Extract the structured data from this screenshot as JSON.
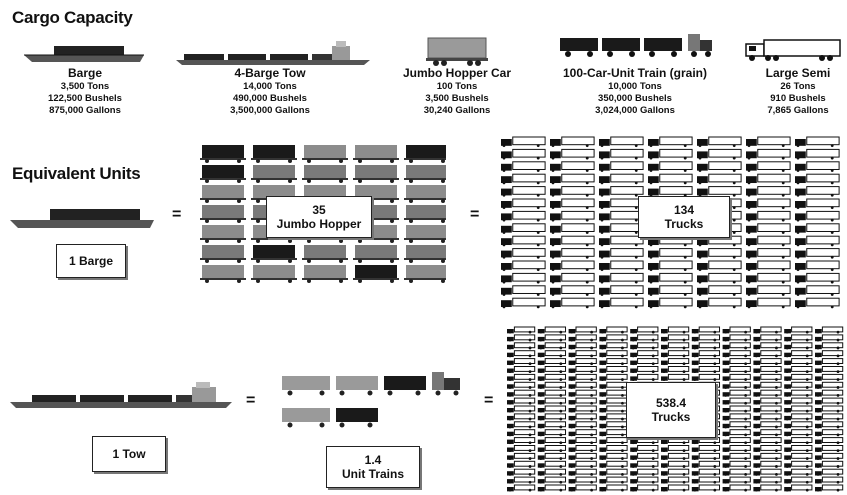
{
  "headings": {
    "cargo_capacity": "Cargo Capacity",
    "equivalent_units": "Equivalent Units"
  },
  "vehicles": [
    {
      "name": "Barge",
      "lines": [
        "3,500 Tons",
        "122,500 Bushels",
        "875,000 Gallons"
      ]
    },
    {
      "name": "4-Barge Tow",
      "lines": [
        "14,000 Tons",
        "490,000 Bushels",
        "3,500,000 Gallons"
      ]
    },
    {
      "name": "Jumbo Hopper Car",
      "lines": [
        "100 Tons",
        "3,500 Bushels",
        "30,240 Gallons"
      ]
    },
    {
      "name": "100-Car-Unit Train (grain)",
      "lines": [
        "10,000 Tons",
        "350,000 Bushels",
        "3,024,000 Gallons"
      ]
    },
    {
      "name": "Large Semi",
      "lines": [
        "26 Tons",
        "910 Bushels",
        "7,865 Gallons"
      ]
    }
  ],
  "equivalents": {
    "barge_label": "1 Barge",
    "hopper": {
      "value": "35",
      "label": "Jumbo Hopper"
    },
    "trucks_barge": {
      "value": "134",
      "label": "Trucks"
    },
    "tow_label": "1 Tow",
    "unit_trains": {
      "value": "1.4",
      "label": "Unit Trains"
    },
    "trucks_tow": {
      "value": "538.4",
      "label": "Trucks"
    }
  },
  "equals_sign": "=",
  "colors": {
    "dark": "#1a1a1a",
    "mid": "#7a7a7a",
    "light": "#bcbcbc"
  }
}
